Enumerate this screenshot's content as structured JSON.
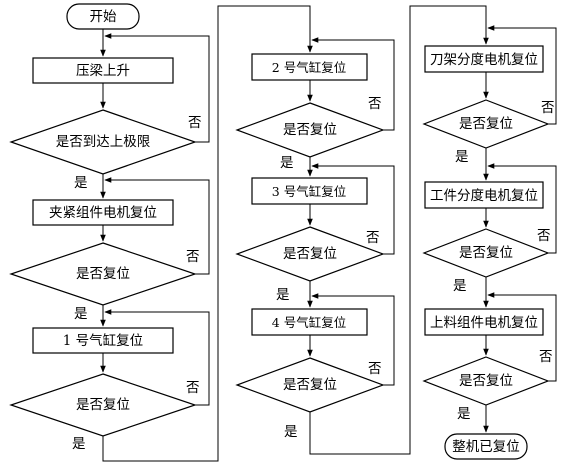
{
  "flow": {
    "start": "开始",
    "end": "整机已复位",
    "yes": "是",
    "no": "否",
    "steps": {
      "beam_up": "压梁上升",
      "beam_check": "是否到达上极限",
      "clamp_reset": "夹紧组件电机复位",
      "clamp_check": "是否复位",
      "cyl1_reset": "1 号气缸复位",
      "cyl1_check": "是否复位",
      "cyl2_reset": "2 号气缸复位",
      "cyl2_check": "是否复位",
      "cyl3_reset": "3 号气缸复位",
      "cyl3_check": "是否复位",
      "cyl4_reset": "4 号气缸复位",
      "cyl4_check": "是否复位",
      "tool_reset": "刀架分度电机复位",
      "tool_check": "是否复位",
      "work_reset": "工件分度电机复位",
      "work_check": "是否复位",
      "load_reset": "上料组件电机复位",
      "load_check": "是否复位"
    }
  }
}
